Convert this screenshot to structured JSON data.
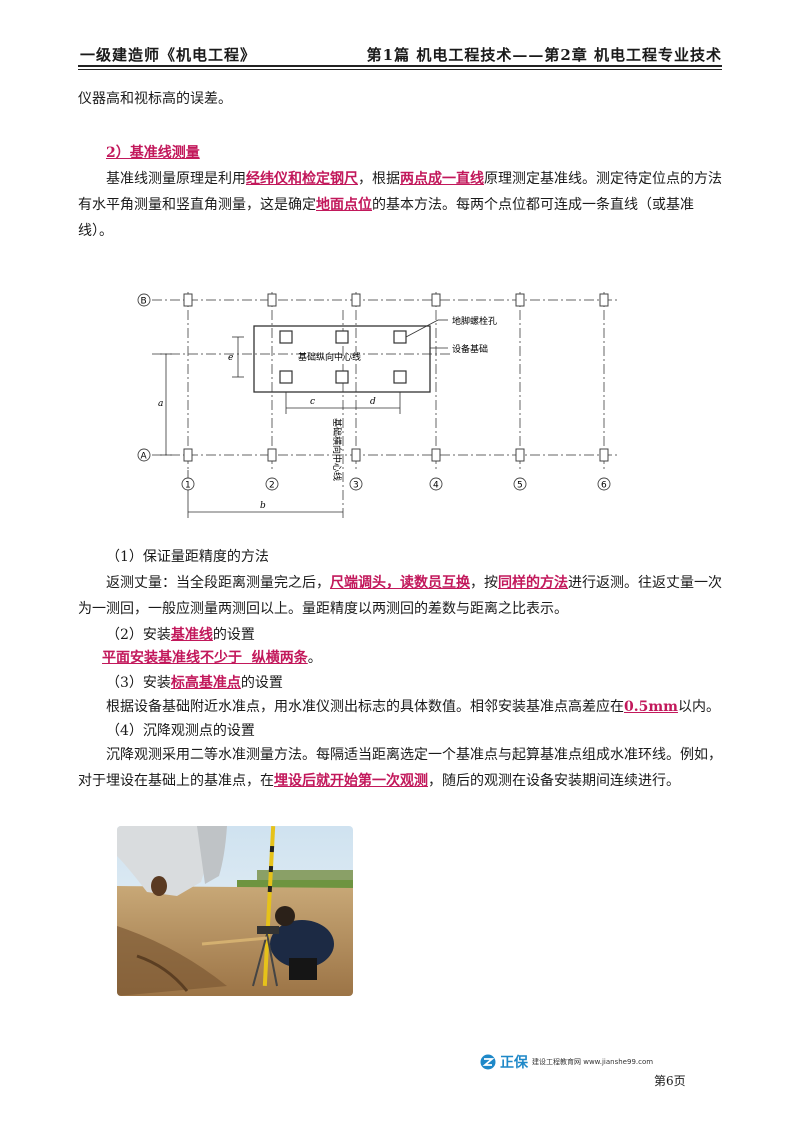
{
  "header": {
    "left": "一级建造师《机电工程》",
    "right": "第1篇  机电工程技术——第2章  机电工程专业技术"
  },
  "intro_text": "仪器高和视标高的误差。",
  "section": {
    "title": "2）基准线测量",
    "p1": {
      "a": "基准线测量原理是利用",
      "b": "经纬仪和检定钢尺",
      "c": "，根据",
      "d": "两点成一直线",
      "e": "原理测定基准线。测定待定位点的方法有水平角测量和竖直角测量，这是确定",
      "f": "地面点位",
      "g": "的基本方法。每两个点位都可连成一条直线（或基准线）。"
    }
  },
  "diagram": {
    "row_b": "B",
    "row_a": "A",
    "columns": [
      "1",
      "2",
      "3",
      "4",
      "5",
      "6"
    ],
    "label_bolt_hole": "地脚螺栓孔",
    "label_foundation": "设备基础",
    "label_longitudinal": "基础纵向中心线",
    "label_transverse": "基础横向中心线",
    "dim_c": "c",
    "dim_d": "d",
    "dim_a": "a",
    "dim_b": "b",
    "dim_e": "e"
  },
  "items": {
    "i1_title": "（1）保证量距精度的方法",
    "i1_a": "返测丈量：当全段距离测量完之后，",
    "i1_b": "尺端调头，读数员互换",
    "i1_c": "，按",
    "i1_d": "同样的方法",
    "i1_e": "进行返测。往返丈量一次为一测回，一般应测量两测回以上。量距精度以两测回的差数与距离之比表示。",
    "i2_a": "（2）安装",
    "i2_b": "基准线",
    "i2_c": "的设置",
    "i2_line": "平面安装基准线不少于  纵横两条",
    "i2_end": "。",
    "i3_a": "（3）安装",
    "i3_b": "标高基准点",
    "i3_c": "的设置",
    "i3_body_a": "根据设备基础附近水准点，用水准仪测出标志的具体数值。相邻安装基准点高差应在",
    "i3_body_b": "0.5mm",
    "i3_body_c": "以内。",
    "i4_title": "（4）沉降观测点的设置",
    "i4_a": "沉降观测采用二等水准测量方法。每隔适当距离选定一个基准点与起算基准点组成水准环线。例如，对于埋设在基础上的基准点，在",
    "i4_b": "埋设后就开始第一次观测",
    "i4_c": "，随后的观测在设备安装期间连续进行。"
  },
  "footer": {
    "brand": "正保",
    "site": "建设工程教育网 www.jianshe99.com",
    "page": "第6页"
  },
  "colors": {
    "highlight": "#c2185b",
    "brand": "#1e88c8"
  }
}
